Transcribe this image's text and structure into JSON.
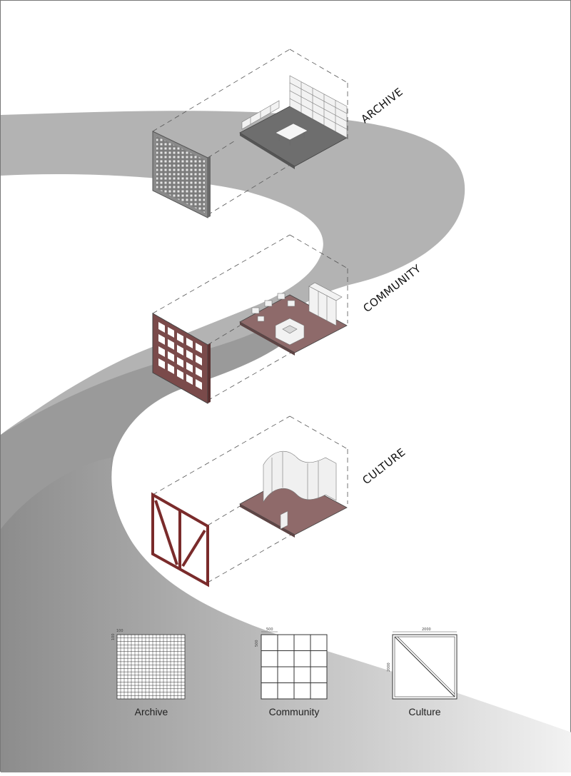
{
  "zones": [
    {
      "id": "archive",
      "title": "ARCHIVE"
    },
    {
      "id": "community",
      "title": "COMMUNITY"
    },
    {
      "id": "culture",
      "title": "CULTURE"
    }
  ],
  "patterns": {
    "archive": {
      "label": "Archive",
      "dim_top": "100",
      "dim_side": "100"
    },
    "community": {
      "label": "Community",
      "dim_top": "500",
      "dim_side": "500"
    },
    "culture": {
      "label": "Culture",
      "dim_top": "2000",
      "dim_side": "2000"
    }
  },
  "colors": {
    "path_gray": "#b3b3b3",
    "archive_floor": "#6e6e6e",
    "community_floor": "#8e6a6a",
    "culture_floor": "#8f6a6a",
    "frame_red": "#7a2b2b",
    "panel_gray": "#8a8a8a"
  }
}
